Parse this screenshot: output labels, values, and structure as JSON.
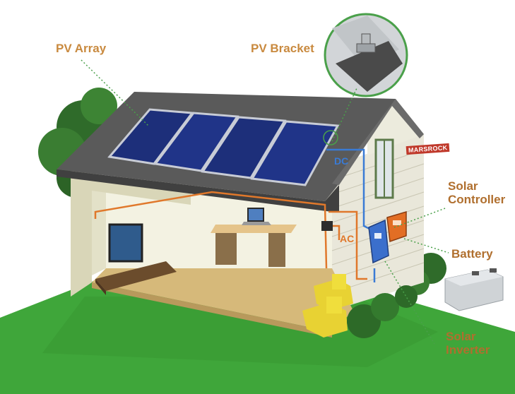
{
  "labels": {
    "pv_array": "PV Array",
    "pv_bracket": "PV Bracket",
    "solar_controller_1": "Solar",
    "solar_controller_2": "Controller",
    "battery": "Battery",
    "solar_inverter_1": "Solar",
    "solar_inverter_2": "Inverter"
  },
  "wire_tags": {
    "dc": "DC",
    "ac": "AC"
  },
  "brand": {
    "name": "MARSROCK"
  },
  "colors": {
    "label": "#c98a3f",
    "dc_wire": "#3a7bd5",
    "ac_wire": "#e0782b",
    "grass": "#3fa63a",
    "roof": "#5a5a5a",
    "wall": "#ecebd8",
    "panel": "#1d2f7a",
    "leader": "#4aa04a"
  }
}
